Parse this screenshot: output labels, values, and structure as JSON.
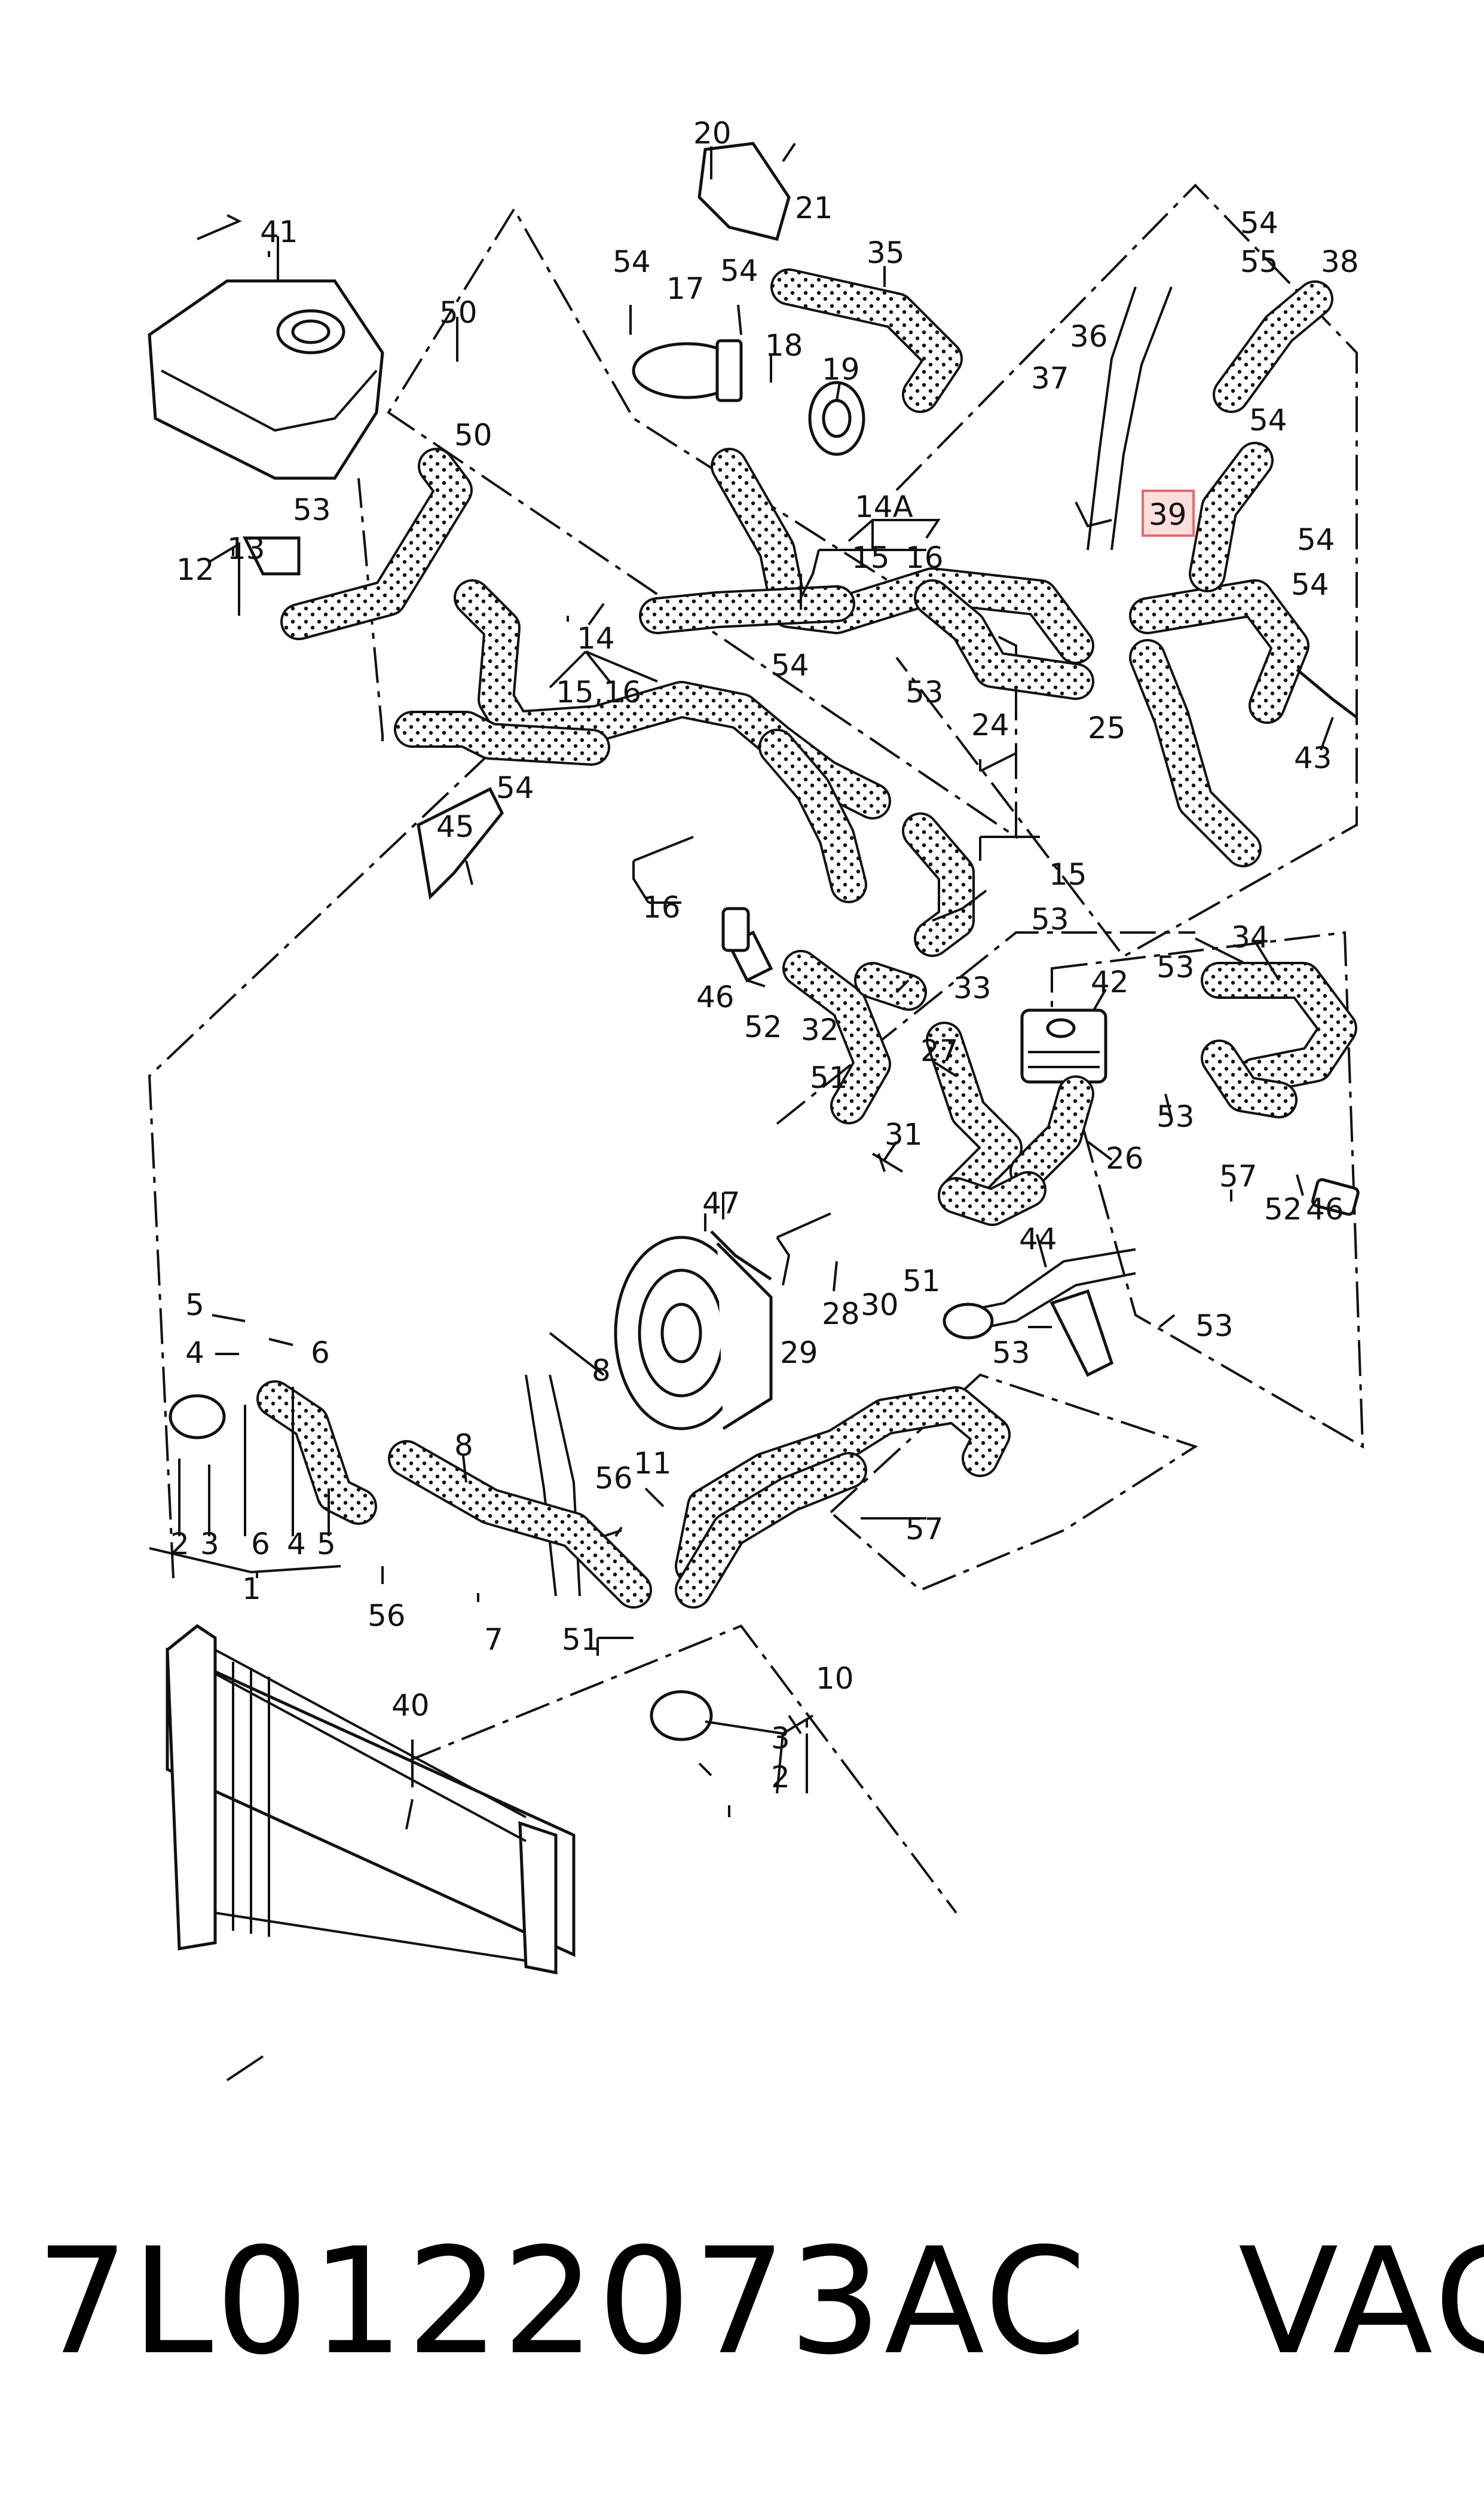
{
  "callouts": {
    "n1": "1",
    "n2": "2",
    "n3": "3",
    "n4": "4",
    "n5": "5",
    "n6": "6",
    "n7": "7",
    "n8": "8",
    "n10": "10",
    "n11": "11",
    "n12": "12",
    "n13": "13",
    "n14": "14",
    "n14A": "14A",
    "n15": "15",
    "n15_16": "15,16",
    "n16": "16",
    "n17": "17",
    "n18": "18",
    "n19": "19",
    "n20": "20",
    "n21": "21",
    "n24": "24",
    "n25": "25",
    "n26": "26",
    "n27": "27",
    "n28": "28",
    "n29": "29",
    "n30": "30",
    "n31": "31",
    "n32": "32",
    "n33": "33",
    "n34": "34",
    "n35": "35",
    "n36": "36",
    "n37": "37",
    "n38": "38",
    "n39": "39",
    "n40": "40",
    "n41": "41",
    "n42": "42",
    "n43": "43",
    "n44": "44",
    "n45": "45",
    "n46": "46",
    "n47": "47",
    "n50": "50",
    "n51": "51",
    "n52": "52",
    "n53": "53",
    "n54": "54",
    "n55": "55",
    "n56": "56",
    "n57": "57"
  },
  "footer": {
    "part_number": "7L0122073AC",
    "brand": "VAG"
  },
  "colors": {
    "ink": "#111111",
    "highlight_fill": "#ffdede",
    "highlight_stroke": "#e86a6a"
  }
}
